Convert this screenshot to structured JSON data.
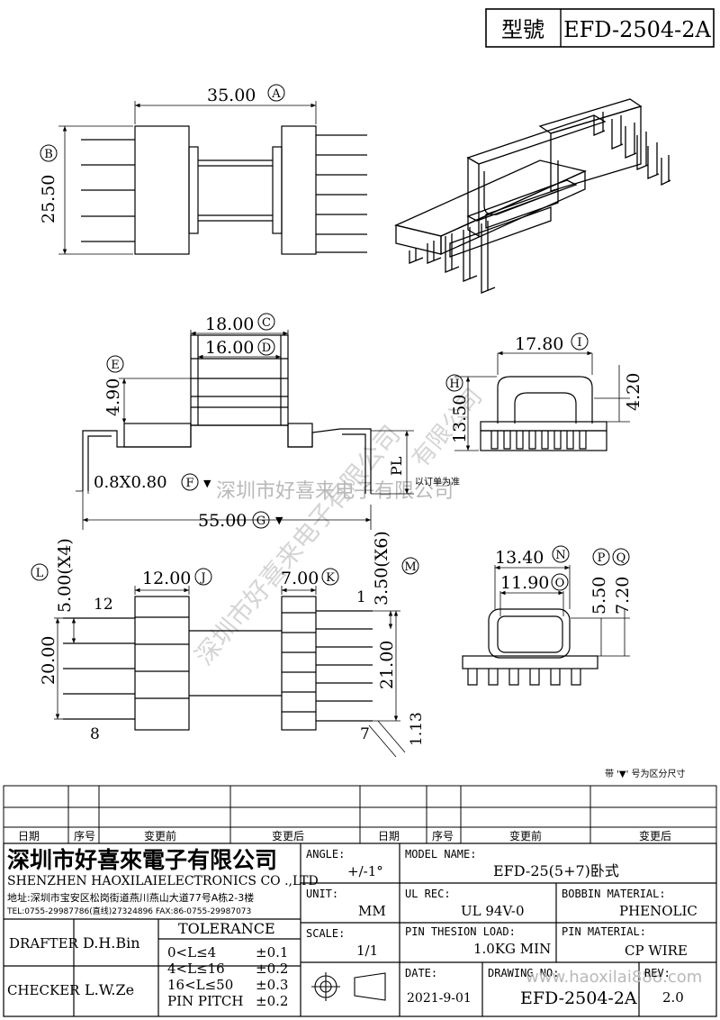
{
  "model_box": {
    "label": "型號",
    "value": "EFD-2504-2A"
  },
  "dims": {
    "A": "35.00",
    "B": "25.50",
    "C": "18.00",
    "D": "16.00",
    "E": "4.90",
    "F": "0.8X0.80",
    "G": "55.00",
    "H": "13.50",
    "I": "17.80",
    "I_right": "4.20",
    "J": "12.00",
    "K": "7.00",
    "L": "5.00(X4)",
    "M": "3.50(X6)",
    "N": "13.40",
    "O": "11.90",
    "P": "5.50",
    "Q": "7.20",
    "left_pitch_total": "20.00",
    "right_pitch_total": "21.00",
    "offset": "1.13",
    "pl": "PL"
  },
  "circled": [
    "A",
    "B",
    "C",
    "D",
    "E",
    "F",
    "G",
    "H",
    "I",
    "J",
    "K",
    "L",
    "M",
    "N",
    "O",
    "P",
    "Q"
  ],
  "pin_labels": {
    "pin1": "1",
    "pin12": "12",
    "pin8": "8",
    "pin7": "7"
  },
  "notes": {
    "pl_note": "以订单为准",
    "triangle_note": "带 '▼' 号为区分尺寸"
  },
  "watermark": {
    "company": "深圳市好喜来电子有限公司",
    "url": "www.haoxilai888.com",
    "diag1": "深圳市好喜来电子有限公司",
    "diag2": "有限公司"
  },
  "revision_table": {
    "headers_left": [
      "日期",
      "序号",
      "变更前",
      "变更后"
    ],
    "headers_right": [
      "日期",
      "序号",
      "变更前",
      "变更后"
    ]
  },
  "title_block": {
    "company_cn": "深圳市好喜來電子有限公司",
    "company_en": "SHENZHEN HAOXILAIELECTRONICS CO .,LTD",
    "address": "地址:深圳市宝安区松岗街道燕川燕山大道77号A栋2-3楼",
    "contact": "TEL:0755-29987786(直线)27324896     FAX:86-0755-29987073",
    "drafter_label": "DRAFTER",
    "drafter": "D.H.Bin",
    "checker_label": "CHECKER",
    "checker": "L.W.Ze",
    "tolerance_title": "TOLERANCE",
    "tolerance": [
      {
        "range": "0<L≤4",
        "tol": "±0.1"
      },
      {
        "range": "4<L≤16",
        "tol": "±0.2"
      },
      {
        "range": "16<L≤50",
        "tol": "±0.3"
      },
      {
        "range": "PIN PITCH",
        "tol": "±0.2"
      }
    ],
    "angle_label": "ANGLE:",
    "angle": "+/-1°",
    "unit_label": "UNIT:",
    "unit": "MM",
    "scale_label": "SCALE:",
    "scale": "1/1",
    "model_label": "MODEL NAME:",
    "model": "EFD-25(5+7)卧式",
    "ul_label": "UL REC:",
    "ul": "UL 94V-0",
    "bobbin_label": "BOBBIN MATERIAL:",
    "bobbin": "PHENOLIC",
    "load_label": "PIN THESION LOAD:",
    "load": "1.0KG MIN",
    "pinmat_label": "PIN MATERIAL:",
    "pinmat": "CP   WIRE",
    "date_label": "DATE:",
    "date": "2021-9-01",
    "drawing_label": "DRAWING NO:",
    "drawing": "EFD-2504-2A",
    "rev_label": "REV:",
    "rev": "2.0"
  }
}
